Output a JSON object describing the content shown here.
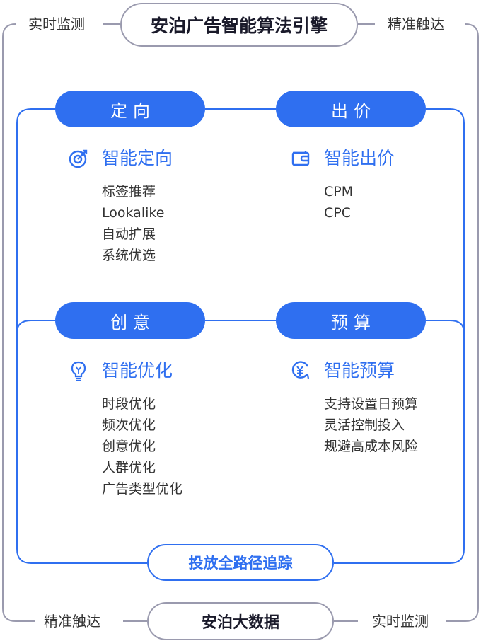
{
  "header": {
    "title": "安泊广告智能算法引擎",
    "left_label": "实时监测",
    "right_label": "精准触达"
  },
  "footer": {
    "title": "安泊大数据",
    "left_label": "精准触达",
    "right_label": "实时监测"
  },
  "track_label": "投放全路径追踪",
  "colors": {
    "accent": "#2f6ff0",
    "frame_gray": "#9a9aae",
    "text": "#333333"
  },
  "panels": {
    "targeting": {
      "pill": "定向",
      "icon": "target-icon",
      "title": "智能定向",
      "items": [
        "标签推荐",
        "Lookalike",
        "自动扩展",
        "系统优选"
      ]
    },
    "bidding": {
      "pill": "出价",
      "icon": "wallet-icon",
      "title": "智能出价",
      "items": [
        "CPM",
        "CPC"
      ]
    },
    "creative": {
      "pill": "创意",
      "icon": "lightbulb-icon",
      "title": "智能优化",
      "items": [
        "时段优化",
        "频次优化",
        "创意优化",
        "人群优化",
        "广告类型优化"
      ]
    },
    "budget": {
      "pill": "预算",
      "icon": "yen-cycle-icon",
      "title": "智能预算",
      "items": [
        "支持设置日预算",
        "灵活控制投入",
        "规避高成本风险"
      ]
    }
  }
}
